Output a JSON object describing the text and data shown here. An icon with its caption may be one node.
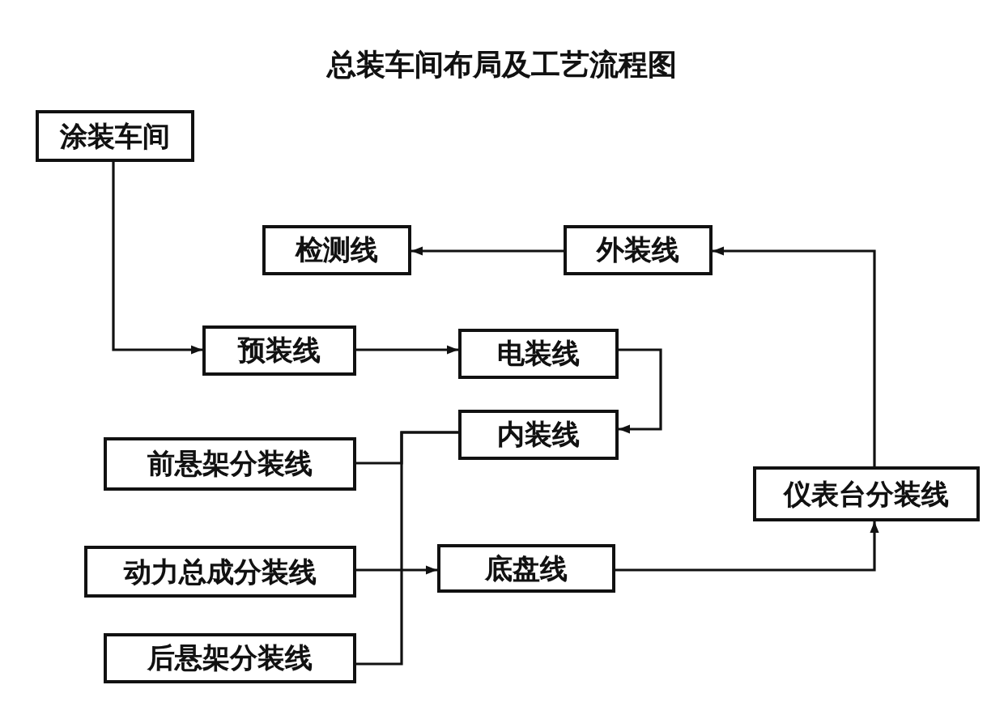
{
  "diagram": {
    "title": "总装车间布局及工艺流程图",
    "nodes": [
      {
        "text": [
          "涂装车间"
        ]
      },
      {
        "text": [
          "检测线"
        ]
      },
      {
        "text": [
          "外装线"
        ]
      },
      {
        "text": [
          "预装线"
        ]
      },
      {
        "text": [
          "电装线"
        ]
      },
      {
        "text": [
          "内装线"
        ]
      },
      {
        "text": [
          "前悬架分装线"
        ]
      },
      {
        "text": [
          "仪表台分装线"
        ]
      },
      {
        "text": [
          "动力总成分装线"
        ]
      },
      {
        "text": [
          "底盘线"
        ]
      },
      {
        "text": [
          "后悬架分装线"
        ]
      }
    ],
    "edges": [
      {
        "from": 0,
        "to": 3,
        "arrow": "to"
      },
      {
        "from": 3,
        "to": 4,
        "arrow": "to"
      },
      {
        "from": 4,
        "to": 5,
        "arrow": "to"
      },
      {
        "from": 6,
        "to": 5,
        "arrow": "none"
      },
      {
        "from": 10,
        "to": 5,
        "arrow": "none"
      },
      {
        "from": 8,
        "to": 9,
        "arrow": "to"
      },
      {
        "from": 9,
        "to": 7,
        "arrow": "to"
      },
      {
        "from": 7,
        "to": 2,
        "arrow": "to"
      },
      {
        "from": 2,
        "to": 1,
        "arrow": "to"
      }
    ]
  }
}
